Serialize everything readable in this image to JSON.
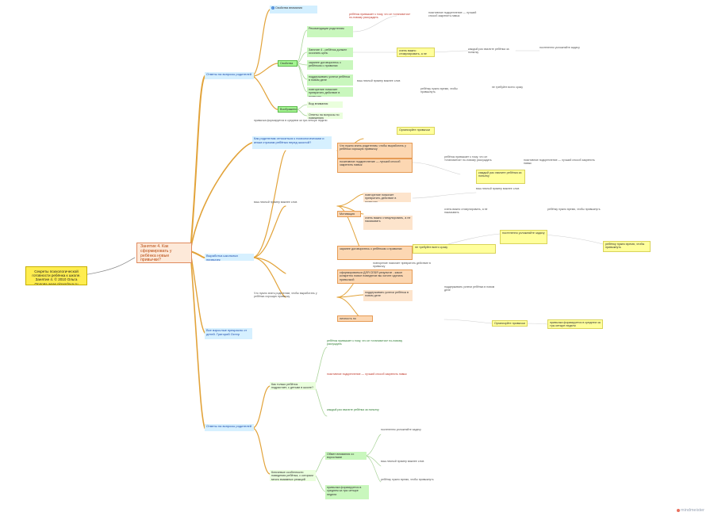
{
  "root": {
    "text": "Секреты психологической готовности ребёнка к школе. Занятие 4. © 2010 Ольга Орлова www.olgaorlova.ru"
  },
  "central": {
    "text": "Занятие 4. Как сформировать у ребёнка новые привычки?"
  },
  "branches": {
    "answers_parents_top": "Ответы на вопросы родителей",
    "parent_question_1": "Как родителям относиться к психологическим и иным страхам ребёнка перед школой?",
    "develop_habits": "Выработка школьных привычек",
    "adult_questions": "Все взрослые прекрасно от детей. Григорий Остер",
    "answers_parents_bottom": "Ответы на вопросы родителей"
  },
  "topics": {
    "attention": "Свойства внимания",
    "attention_ways": "Воображение",
    "self_observe": "Вид внимания",
    "stress_a": "Ответы на вопросы по поведению",
    "new_habit": "Как только ребёнок подрастает, с детьми в школе?",
    "habit_motivation": "Ключевые особенности поведения ребёнка, с которым много взаимных реакций",
    "motivation": "Мотивация",
    "punishment_note": "личность по поведению",
    "form_question": "Что нужно знать родителям, чтобы выработать у ребёнка хорошую привычку",
    "form_question_child": "сформироваться ДЛЯ СЕБЯ результат - какое конкретно новое поведение вы хотите сделать привычкой",
    "behav_tree": "Обмен внимания со взрослыми"
  },
  "labels": {
    "rule_green_1": "Рекомендации родителям",
    "rule_green_2": "Занятие 4 - ребёнок должен осознать цель",
    "accepted": "Организуйте привычки"
  },
  "details": {
    "d1": "ребёнок привыкает к тому, что он «становится» по-новому рассуждать",
    "d2": "поддерживать успехи ребёнка в новом деле",
    "d3": "очень важно стимулировать, а не наказывать",
    "d4": "позитивное подкрепление — лучший способ закрепить навык",
    "d5": "заранее договоритесь с ребёнком о правилах",
    "d6": "повторение помогает превратить действие в привычку",
    "d7": "каждый раз хвалите ребёнка за попытку",
    "d8": "постепенно усложняйте задачу",
    "d9": "ваш личный пример важнее слов",
    "d10": "ребёнку нужно время, чтобы привыкнуть",
    "d11": "не требуйте всего сразу",
    "d12": "привычка формируется в среднем за три-четыре недели"
  },
  "watermark": {
    "text": "mindmeister"
  }
}
